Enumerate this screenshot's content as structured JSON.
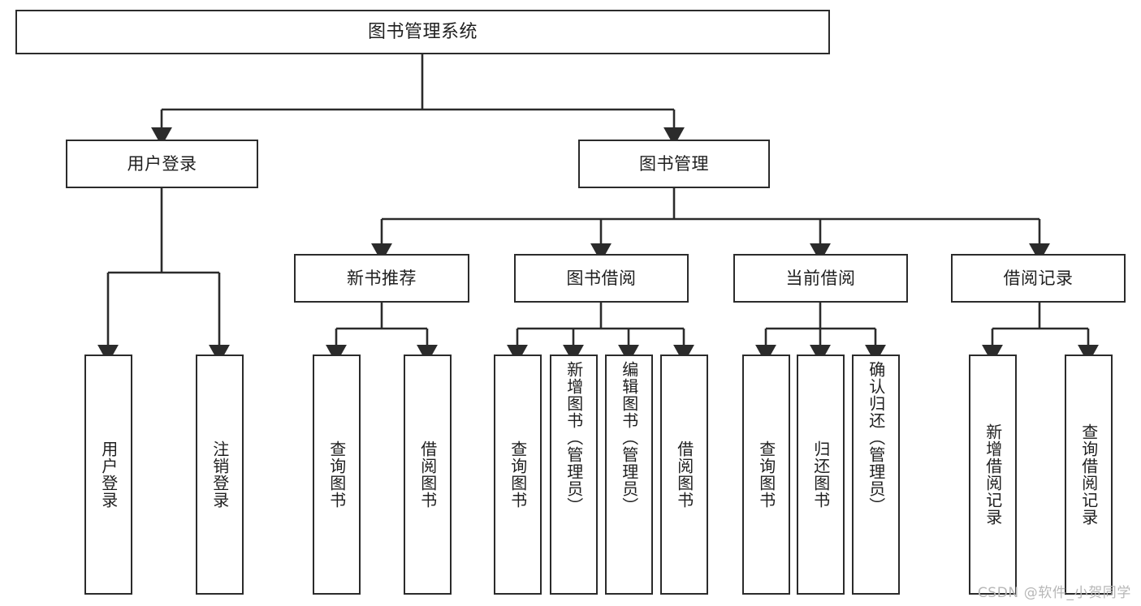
{
  "diagram": {
    "type": "tree",
    "title": "图书管理系统",
    "orientation": "top-down",
    "colors": {
      "background": "#ffffff",
      "box_border": "#2b2b2b",
      "box_fill": "#ffffff",
      "text": "#1f1f1f",
      "connector": "#2b2b2b",
      "watermark": "#b7b7b7"
    }
  },
  "root": {
    "label": "图书管理系统"
  },
  "level2": [
    {
      "label": "用户登录"
    },
    {
      "label": "图书管理"
    }
  ],
  "level3": [
    {
      "label": "新书推荐"
    },
    {
      "label": "图书借阅"
    },
    {
      "label": "当前借阅"
    },
    {
      "label": "借阅记录"
    }
  ],
  "leaves": {
    "user_login": [
      {
        "label": "用户登录"
      },
      {
        "label": "注销登录"
      }
    ],
    "new_book_recommend": [
      {
        "label": "查询图书"
      },
      {
        "label": "借阅图书"
      }
    ],
    "book_borrow": [
      {
        "label": "查询图书"
      },
      {
        "label": "新增图书（管理员）"
      },
      {
        "label": "编辑图书（管理员）"
      },
      {
        "label": "借阅图书"
      }
    ],
    "current_borrow": [
      {
        "label": "查询图书"
      },
      {
        "label": "归还图书"
      },
      {
        "label": "确认归还（管理员）"
      }
    ],
    "borrow_record": [
      {
        "label": "新增借阅记录"
      },
      {
        "label": "查询借阅记录"
      }
    ]
  },
  "watermark": {
    "text": "CSDN @软件_小贺同学"
  }
}
